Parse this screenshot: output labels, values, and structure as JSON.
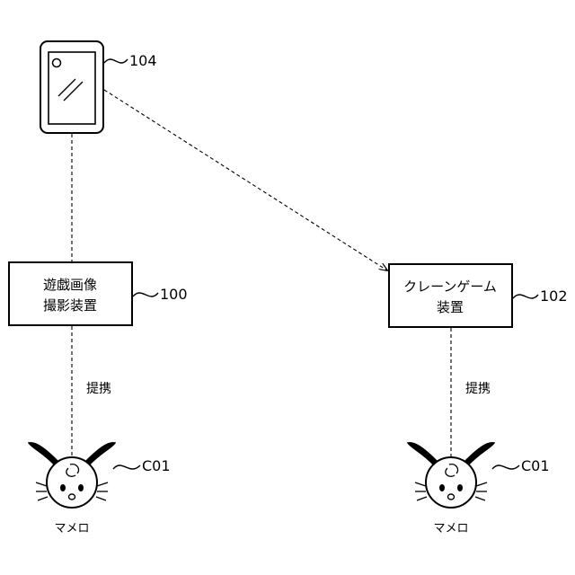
{
  "diagram": {
    "colors": {
      "line": "#000000",
      "background": "#ffffff"
    },
    "phone": {
      "ref": "104",
      "icon": "smartphone-icon"
    },
    "capture_device": {
      "label_lines": [
        "遊戯画像",
        "撮影装置"
      ],
      "ref": "100"
    },
    "crane_game": {
      "label_lines": [
        "クレーンゲーム",
        "装置"
      ],
      "ref": "102"
    },
    "left_link": {
      "label": "提携"
    },
    "right_link": {
      "label": "提携"
    },
    "left_character": {
      "name": "マメロ",
      "ref": "C01",
      "icon": "character-icon"
    },
    "right_character": {
      "name": "マメロ",
      "ref": "C01",
      "icon": "character-icon"
    }
  }
}
